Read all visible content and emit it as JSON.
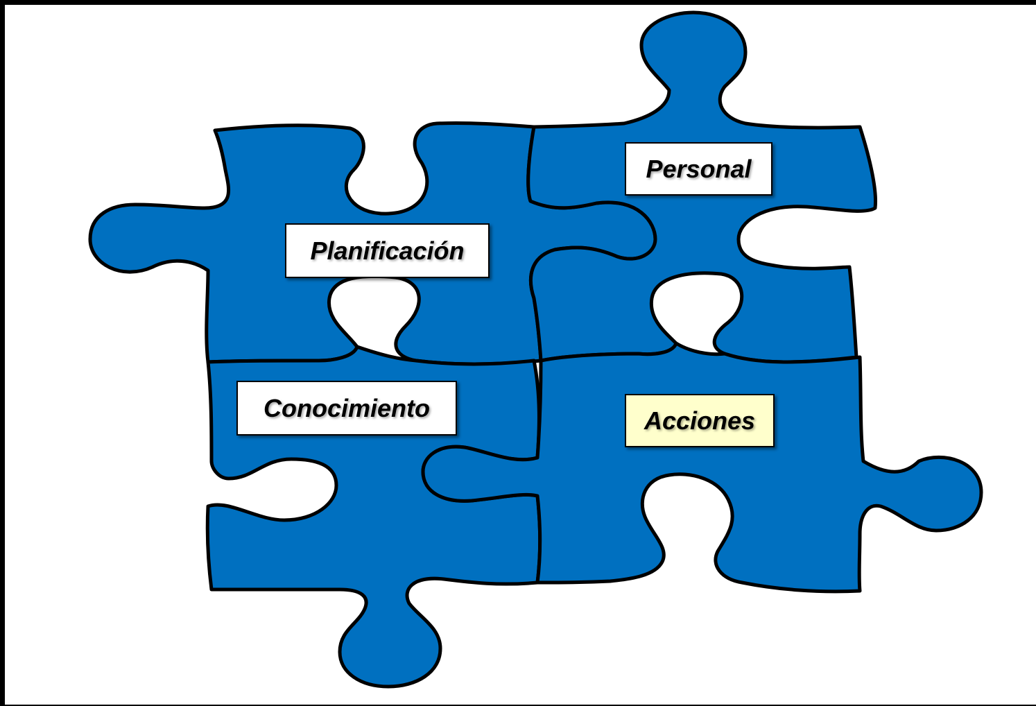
{
  "diagram": {
    "pieces": [
      {
        "id": "planificacion",
        "label": "Planificación",
        "fill": "#0070c0",
        "label_bg": "#ffffff"
      },
      {
        "id": "personal",
        "label": "Personal",
        "fill": "#0070c0",
        "label_bg": "#ffffff"
      },
      {
        "id": "conocimiento",
        "label": "Conocimiento",
        "fill": "#0070c0",
        "label_bg": "#ffffff"
      },
      {
        "id": "acciones",
        "label": "Acciones",
        "fill": "#0070c0",
        "label_bg": "#ffffcc"
      }
    ]
  },
  "colors": {
    "piece_fill": "#0070c0",
    "outline": "#000000",
    "background": "#ffffff",
    "highlight_label_bg": "#ffffcc"
  }
}
